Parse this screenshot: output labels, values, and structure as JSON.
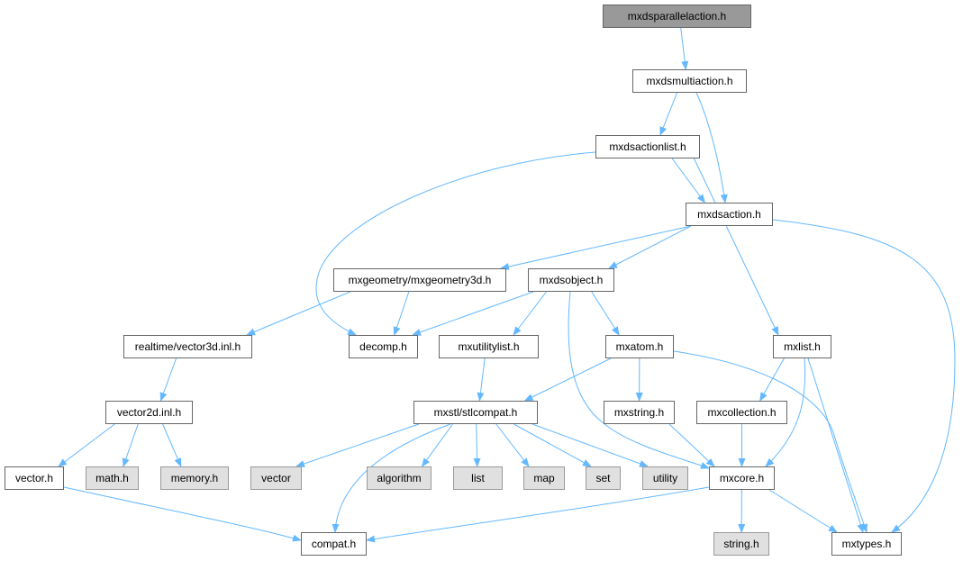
{
  "graph": {
    "title": "mxdsparallelaction.h",
    "edge_color": "#63b8ff",
    "nodes": [
      {
        "id": "parallel",
        "label": "mxdsparallelaction.h",
        "kind": "root"
      },
      {
        "id": "multi",
        "label": "mxdsmultiaction.h",
        "kind": "file"
      },
      {
        "id": "actionlist",
        "label": "mxdsactionlist.h",
        "kind": "file"
      },
      {
        "id": "action",
        "label": "mxdsaction.h",
        "kind": "file"
      },
      {
        "id": "geom",
        "label": "mxgeometry/mxgeometry3d.h",
        "kind": "file"
      },
      {
        "id": "dsobject",
        "label": "mxdsobject.h",
        "kind": "file"
      },
      {
        "id": "vec3d",
        "label": "realtime/vector3d.inl.h",
        "kind": "file"
      },
      {
        "id": "decomp",
        "label": "decomp.h",
        "kind": "file"
      },
      {
        "id": "utillist",
        "label": "mxutilitylist.h",
        "kind": "file"
      },
      {
        "id": "atom",
        "label": "mxatom.h",
        "kind": "file"
      },
      {
        "id": "mxlist",
        "label": "mxlist.h",
        "kind": "file"
      },
      {
        "id": "vec2d",
        "label": "vector2d.inl.h",
        "kind": "file"
      },
      {
        "id": "stl",
        "label": "mxstl/stlcompat.h",
        "kind": "file"
      },
      {
        "id": "mxstring",
        "label": "mxstring.h",
        "kind": "file"
      },
      {
        "id": "coll",
        "label": "mxcollection.h",
        "kind": "file"
      },
      {
        "id": "vectorh",
        "label": "vector.h",
        "kind": "file"
      },
      {
        "id": "math",
        "label": "math.h",
        "kind": "system"
      },
      {
        "id": "memory",
        "label": "memory.h",
        "kind": "system"
      },
      {
        "id": "vector",
        "label": "vector",
        "kind": "system"
      },
      {
        "id": "algorithm",
        "label": "algorithm",
        "kind": "system"
      },
      {
        "id": "list",
        "label": "list",
        "kind": "system"
      },
      {
        "id": "map",
        "label": "map",
        "kind": "system"
      },
      {
        "id": "set",
        "label": "set",
        "kind": "system"
      },
      {
        "id": "utility",
        "label": "utility",
        "kind": "system"
      },
      {
        "id": "core",
        "label": "mxcore.h",
        "kind": "file"
      },
      {
        "id": "compat",
        "label": "compat.h",
        "kind": "file"
      },
      {
        "id": "stringh",
        "label": "string.h",
        "kind": "system"
      },
      {
        "id": "types",
        "label": "mxtypes.h",
        "kind": "file"
      }
    ],
    "edges": [
      [
        "parallel",
        "multi"
      ],
      [
        "multi",
        "actionlist"
      ],
      [
        "multi",
        "action"
      ],
      [
        "actionlist",
        "action"
      ],
      [
        "actionlist",
        "decomp"
      ],
      [
        "actionlist",
        "mxlist"
      ],
      [
        "action",
        "geom"
      ],
      [
        "action",
        "dsobject"
      ],
      [
        "action",
        "types"
      ],
      [
        "geom",
        "vec3d"
      ],
      [
        "geom",
        "decomp"
      ],
      [
        "dsobject",
        "decomp"
      ],
      [
        "dsobject",
        "utillist"
      ],
      [
        "dsobject",
        "atom"
      ],
      [
        "dsobject",
        "core"
      ],
      [
        "vec3d",
        "vec2d"
      ],
      [
        "utillist",
        "stl"
      ],
      [
        "atom",
        "stl"
      ],
      [
        "atom",
        "mxstring"
      ],
      [
        "atom",
        "types"
      ],
      [
        "mxlist",
        "coll"
      ],
      [
        "mxlist",
        "core"
      ],
      [
        "mxlist",
        "types"
      ],
      [
        "vec2d",
        "vectorh"
      ],
      [
        "vec2d",
        "math"
      ],
      [
        "vec2d",
        "memory"
      ],
      [
        "stl",
        "vector"
      ],
      [
        "stl",
        "algorithm"
      ],
      [
        "stl",
        "list"
      ],
      [
        "stl",
        "map"
      ],
      [
        "stl",
        "set"
      ],
      [
        "stl",
        "utility"
      ],
      [
        "stl",
        "compat"
      ],
      [
        "mxstring",
        "core"
      ],
      [
        "coll",
        "core"
      ],
      [
        "core",
        "compat"
      ],
      [
        "core",
        "stringh"
      ],
      [
        "core",
        "types"
      ],
      [
        "vectorh",
        "compat"
      ]
    ]
  }
}
